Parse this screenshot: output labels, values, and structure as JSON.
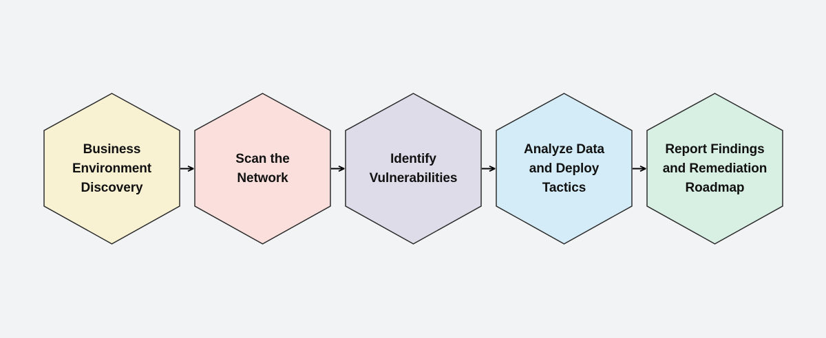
{
  "diagram": {
    "type": "process-flow",
    "orientation": "horizontal",
    "background_color": "#f2f3f5",
    "node_shape": "hexagon",
    "node_stroke_color": "#2b2b2b",
    "connector_color": "#000000",
    "connector_icon": "arrow-right-icon",
    "nodes": [
      {
        "id": "business-environment-discovery",
        "label": "Business\nEnvironment\nDiscovery",
        "fill_color": "#f8f2d3",
        "order": 1
      },
      {
        "id": "scan-the-network",
        "label": "Scan the\nNetwork",
        "fill_color": "#fadfdc",
        "order": 2
      },
      {
        "id": "identify-vulnerabilities",
        "label": "Identify\nVulnerabilities",
        "fill_color": "#dfdcea",
        "order": 3
      },
      {
        "id": "analyze-data-and-deploy-tactics",
        "label": "Analyze Data\nand Deploy\nTactics",
        "fill_color": "#d3ecf7",
        "order": 4
      },
      {
        "id": "report-findings-and-remediation-roadmap",
        "label": "Report Findings\nand Remediation\nRoadmap",
        "fill_color": "#d8efe4",
        "order": 5
      }
    ],
    "connectors": [
      {
        "id": "connector-1",
        "from": "business-environment-discovery",
        "to": "scan-the-network"
      },
      {
        "id": "connector-2",
        "from": "scan-the-network",
        "to": "identify-vulnerabilities"
      },
      {
        "id": "connector-3",
        "from": "identify-vulnerabilities",
        "to": "analyze-data-and-deploy-tactics"
      },
      {
        "id": "connector-4",
        "from": "analyze-data-and-deploy-tactics",
        "to": "report-findings-and-remediation-roadmap"
      }
    ]
  }
}
